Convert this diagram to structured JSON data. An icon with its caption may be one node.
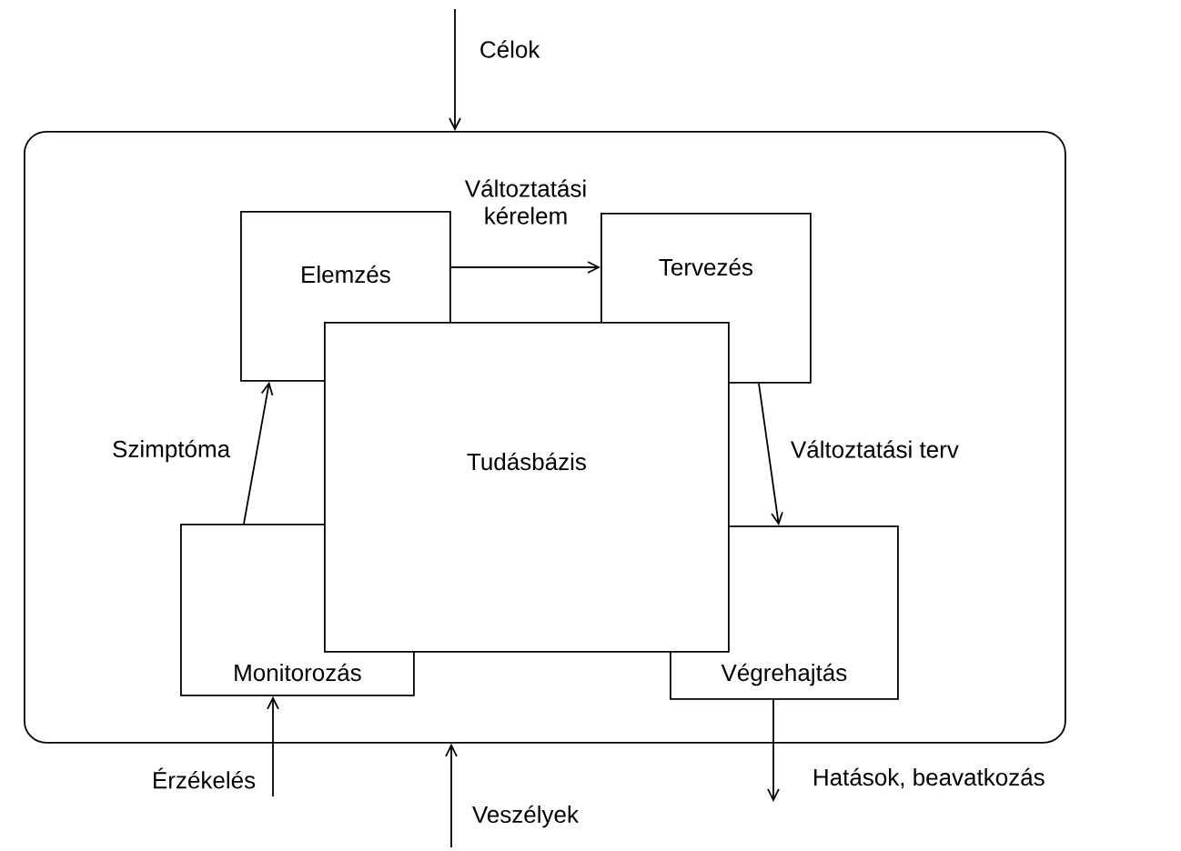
{
  "diagram": {
    "nodes": [
      {
        "text": [],
        "shape": "box"
      },
      {
        "text": [
          "Elemzés"
        ],
        "in": 0
      },
      {
        "text": [
          "Tervezés"
        ],
        "in": 0
      },
      {
        "text": [
          "Tudásbázis"
        ],
        "in": 0
      },
      {
        "text": [
          "Monitorozás"
        ],
        "in": 0
      },
      {
        "text": [
          "Végrehajtás"
        ],
        "in": 0
      }
    ],
    "edges": [
      {
        "from": null,
        "to": 0,
        "arrow": "to",
        "label": "Célok"
      },
      {
        "from": 1,
        "to": 2,
        "arrow": "to",
        "label": "Változtatási kérelem"
      },
      {
        "from": 2,
        "to": 5,
        "arrow": "to",
        "label": "Változtatási terv"
      },
      {
        "from": 4,
        "to": 1,
        "arrow": "to",
        "label": "Szimptóma"
      },
      {
        "from": null,
        "to": 4,
        "arrow": "to",
        "label": "Érzékelés"
      },
      {
        "from": null,
        "to": 0,
        "arrow": "to",
        "label": "Veszélyek"
      },
      {
        "from": 5,
        "to": null,
        "arrow": "to",
        "label": "Hatások, beavatkozás"
      }
    ]
  }
}
